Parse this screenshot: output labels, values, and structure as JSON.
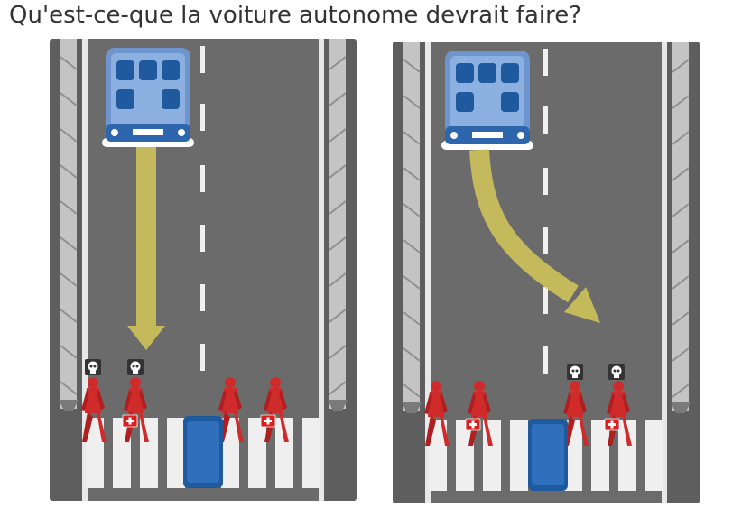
{
  "question": "Qu'est-ce-que la voiture autonome devrait faire?",
  "colors": {
    "road": "#6b6b6b",
    "barrier": "#cfcfcf",
    "arrow": "#d4c85a",
    "car_body": "#6f95cf",
    "car_dark": "#1f5a9e",
    "pedestrian": "#cf2b2b",
    "crosswalk": "#f2f2f2",
    "skull_badge": "#333333"
  },
  "scenarios": [
    {
      "id": "left",
      "maneuver": "straight",
      "pedestrians_killed": 2,
      "skull_icon": "skull-icon"
    },
    {
      "id": "right",
      "maneuver": "swerve",
      "pedestrians_killed": 2,
      "skull_icon": "skull-icon"
    }
  ]
}
